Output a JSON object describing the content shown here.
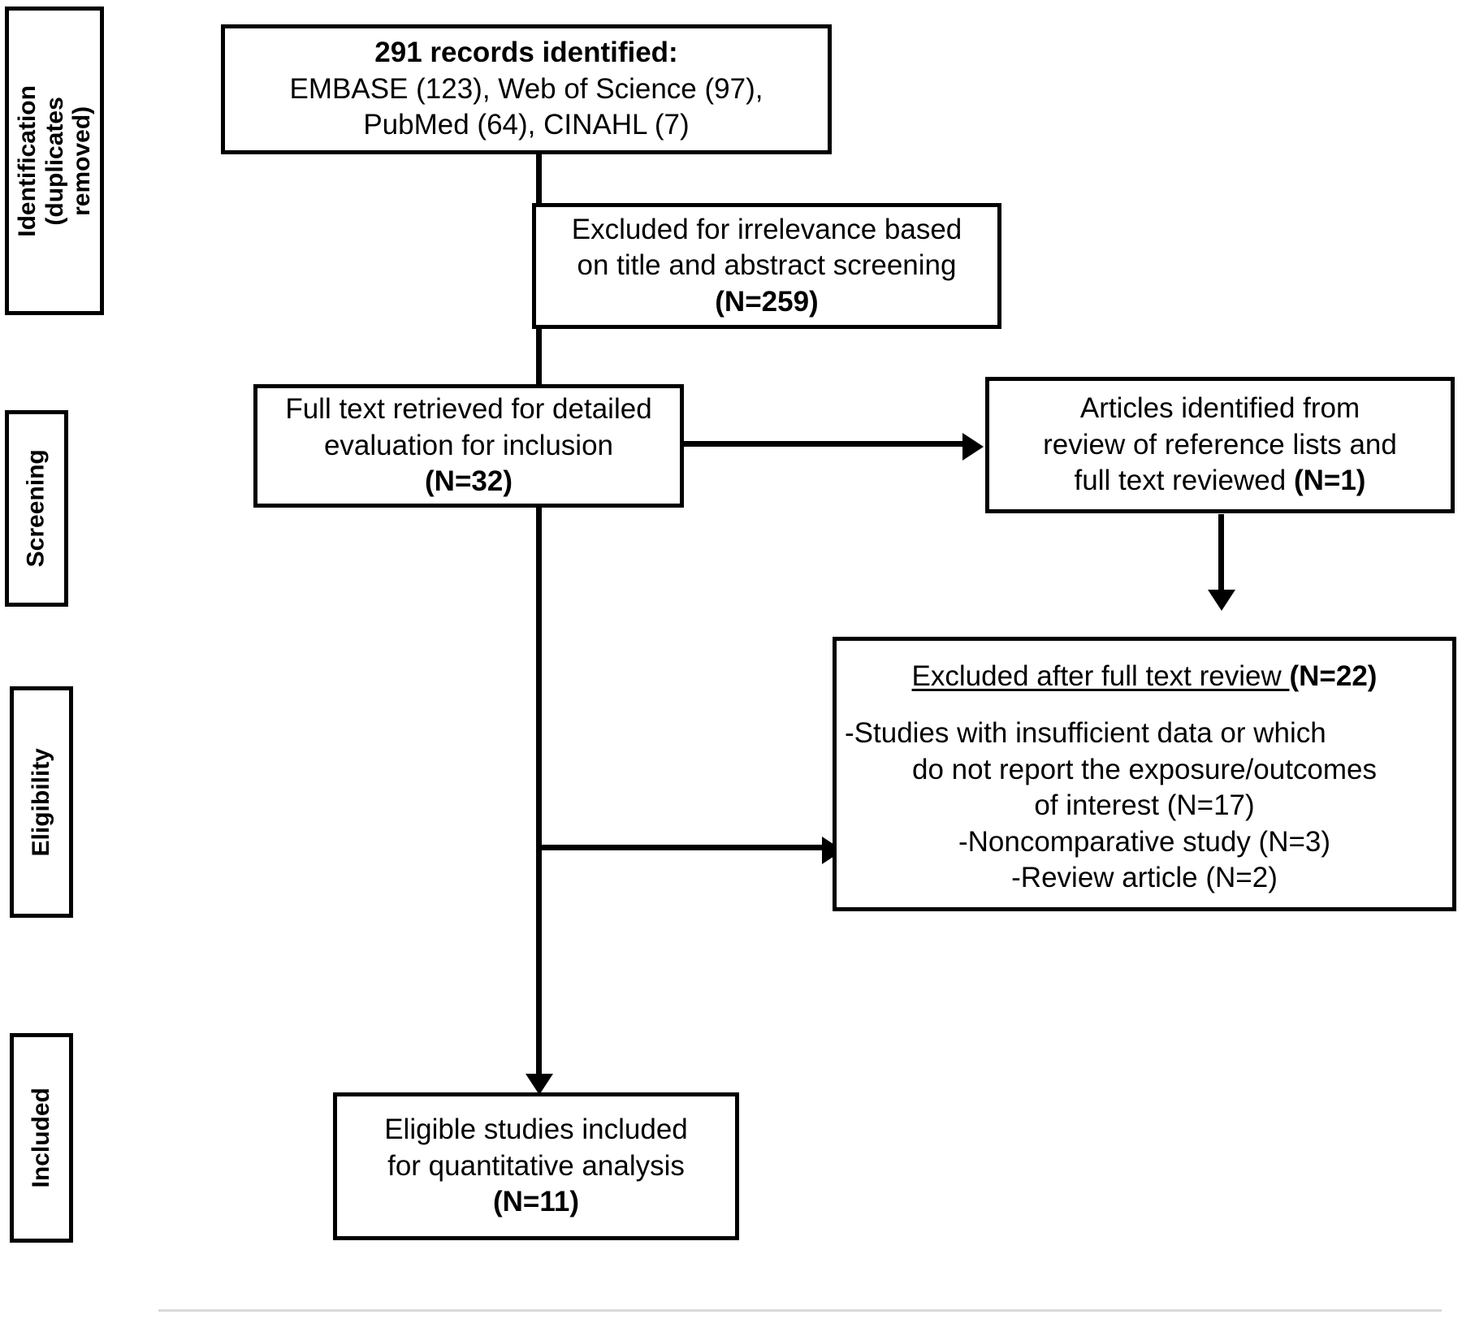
{
  "diagram": {
    "type": "prisma-flow-diagram",
    "title": "PRISMA study selection flow diagram",
    "colors": {
      "stroke": "#000000",
      "background": "#ffffff",
      "footer_rule": "#d9d9d9"
    }
  },
  "stages": [
    {
      "id": "identification",
      "label_line1": "Identification",
      "label_line2": "(duplicates removed)"
    },
    {
      "id": "screening",
      "label_line1": "Screening",
      "label_line2": ""
    },
    {
      "id": "eligibility",
      "label_line1": "Eligibility",
      "label_line2": ""
    },
    {
      "id": "included",
      "label_line1": "Included",
      "label_line2": ""
    }
  ],
  "boxes": {
    "records_identified": {
      "line1": "291 records identified:",
      "line2": "EMBASE (123), Web of Science (97),",
      "line3": "PubMed (64), CINAHL (7)"
    },
    "excluded_title_abstract": {
      "line1": "Excluded for irrelevance based",
      "line2": "on title and abstract screening",
      "line3": "(N=259)"
    },
    "full_text_retrieved": {
      "line1": "Full text retrieved for detailed",
      "line2": "evaluation for inclusion",
      "line3": "(N=32)"
    },
    "articles_from_references": {
      "line1": "Articles identified from",
      "line2": "review of reference lists and",
      "line3_a": "full text reviewed ",
      "line3_b": "(N=1)"
    },
    "excluded_full_text": {
      "header_a": "Excluded after full text review ",
      "header_b": "(N=22)",
      "reason1_line1": "-Studies with insufficient data or which",
      "reason1_line2": "do not report the exposure/outcomes",
      "reason1_line3": "of interest (N=17)",
      "reason2": "-Noncomparative study (N=3)",
      "reason3": "-Review article (N=2)"
    },
    "eligible_included": {
      "line1": "Eligible studies included",
      "line2": "for quantitative analysis",
      "line3": "(N=11)"
    }
  },
  "counts": {
    "records_identified_total": 291,
    "embase": 123,
    "web_of_science": 97,
    "pubmed": 64,
    "cinahl": 7,
    "excluded_title_abstract": 259,
    "full_text_retrieved": 32,
    "articles_from_reference_lists": 1,
    "excluded_after_full_text": 22,
    "excluded_insufficient_data": 17,
    "excluded_noncomparative": 3,
    "excluded_review_article": 2,
    "eligible_included": 11
  }
}
